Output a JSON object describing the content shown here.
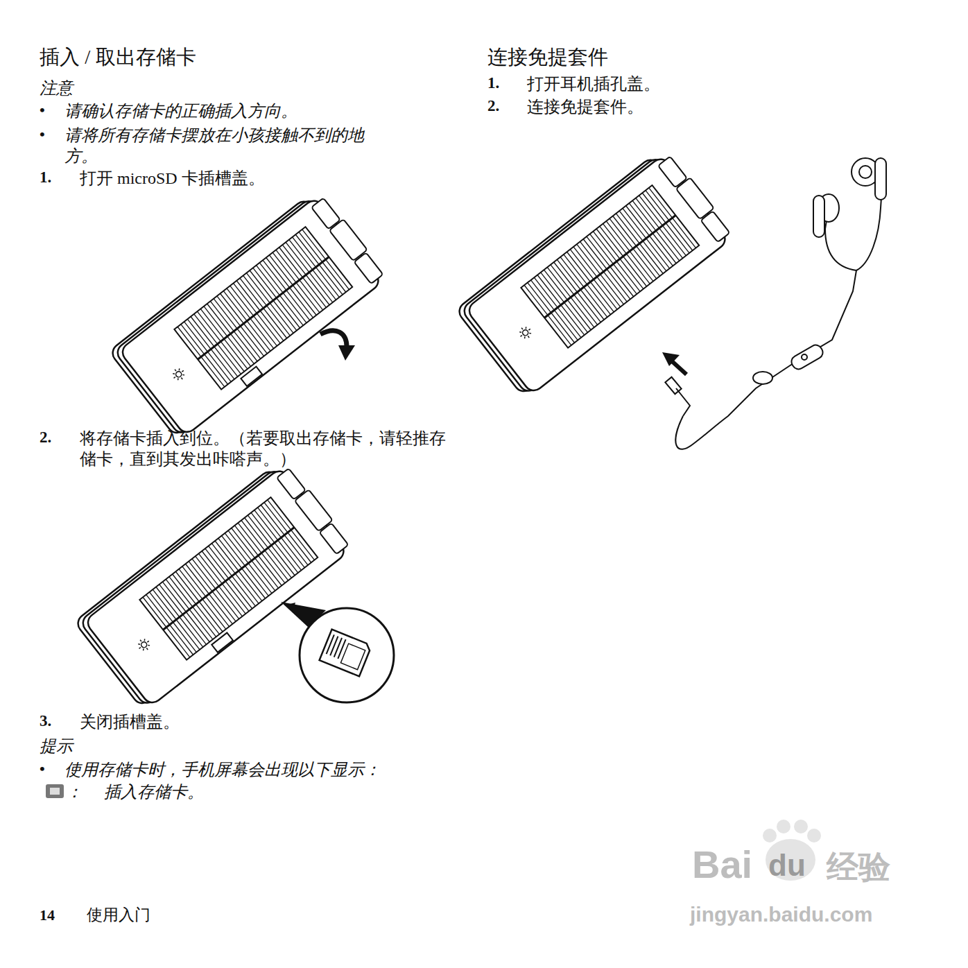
{
  "diagram": {
    "labels": [
      "插入 / 取出存储卡",
      "注意",
      "•",
      "请确认存储卡的正确插入方向。",
      "•",
      "请将所有存储卡摆放在小孩接触不到的地方。",
      "1.",
      "打开 microSD 卡插槽盖。",
      "2.",
      "将存储卡插入到位。（若要取出存储卡，请轻推存储卡，直到其发出咔嗒声。）",
      "3.",
      "关闭插槽盖。",
      "提示",
      "•",
      "使用存储卡时，手机屏幕会出现以下显示：",
      "：",
      "插入存储卡。",
      "14",
      "使用入门",
      "连接免提套件",
      "1.",
      "打开耳机插孔盖。",
      "2.",
      "连接免提套件。",
      "Bai",
      "du",
      "经验",
      "jingyan.baidu.com"
    ]
  }
}
